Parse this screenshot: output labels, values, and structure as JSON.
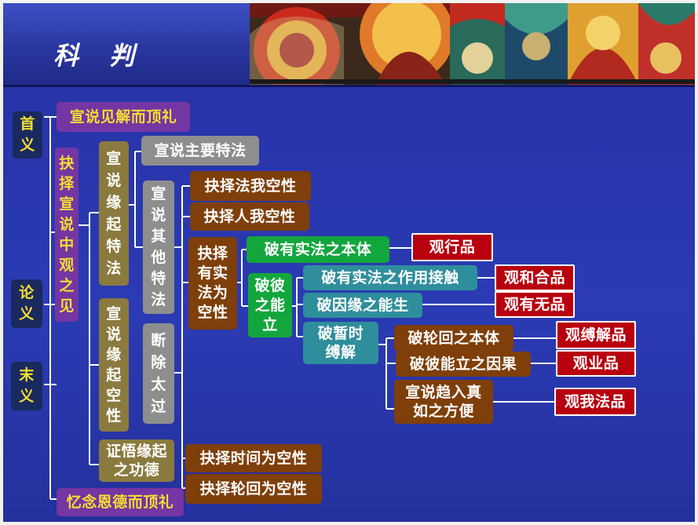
{
  "title": "科 判",
  "nodes": {
    "shouyi": "首\n义",
    "lunyi": "论\n义",
    "moyi": "末\n义",
    "xuanshuo_jianjie": "宣说见解而顶礼",
    "jueze_xuanshuo": "抉\n择\n宣\n说\n中\n观\n之\n见",
    "yinian_ende": "忆念恩德而顶礼",
    "xuanshuo_yuanqi_tefa": "宣\n说\n缘\n起\n特\n法",
    "xuanshuo_yuanqi_kongxing": "宣\n说\n缘\n起\n空\n性",
    "zhengwu_gongde": "证悟缘起\n之功德",
    "xuanshuo_zhuyao": "宣说主要特法",
    "xuanshuo_qita": "宣\n说\n其\n他\n特\n法",
    "duanchu_taiguo": "断\n除\n太\n过",
    "jueze_fawo": "抉择法我空性",
    "jueze_renwo": "抉择人我空性",
    "jueze_youshifa": "抉择\n有实\n法为\n空性",
    "jueze_shijian": "抉择时间为空性",
    "jueze_lunhui": "抉择轮回为空性",
    "po_benti": "破有实法之本体",
    "po_bineng": "破彼\n之能\n立",
    "po_zuoyong": "破有实法之作用接触",
    "po_yinyuan": "破因缘之能生",
    "po_zanshi": "破暂时\n缚解",
    "po_lunhui_benti": "破轮回之本体",
    "po_bineng_yinguo": "破彼能立之因果",
    "xuanshuo_quru": "宣说趋入真\n如之方便",
    "guan_xing": "观行品",
    "guan_hehe": "观和合品",
    "guan_youwu": "观有无品",
    "guan_fujie": "观缚解品",
    "guan_ye": "观业品",
    "guan_wofa": "观我法品"
  },
  "colors": {
    "navy": "#1a2a5e",
    "purple": "#7436a2",
    "olive": "#8b7a3e",
    "gray": "#8e8e8e",
    "brown": "#7f3f0a",
    "green": "#13a63d",
    "teal": "#2f8e9c",
    "red": "#b8000e",
    "yellow_text": "#f5de30",
    "background_blue": "#2833a8"
  }
}
